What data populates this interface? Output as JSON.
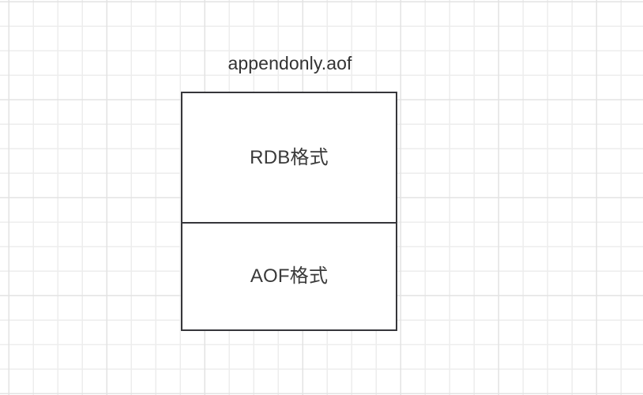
{
  "diagram": {
    "title": "appendonly.aof",
    "blocks": [
      {
        "id": "rdb-section",
        "label": "RDB格式"
      },
      {
        "id": "aof-section",
        "label": "AOF格式"
      }
    ],
    "colors": {
      "canvas_background": "#ffffff",
      "grid_minor": "#ededed",
      "grid_major": "#e3e3e3",
      "box_border": "#36363a",
      "box_fill": "#ffffff",
      "title_text": "#333333",
      "block_text": "#3a3a3a"
    }
  }
}
